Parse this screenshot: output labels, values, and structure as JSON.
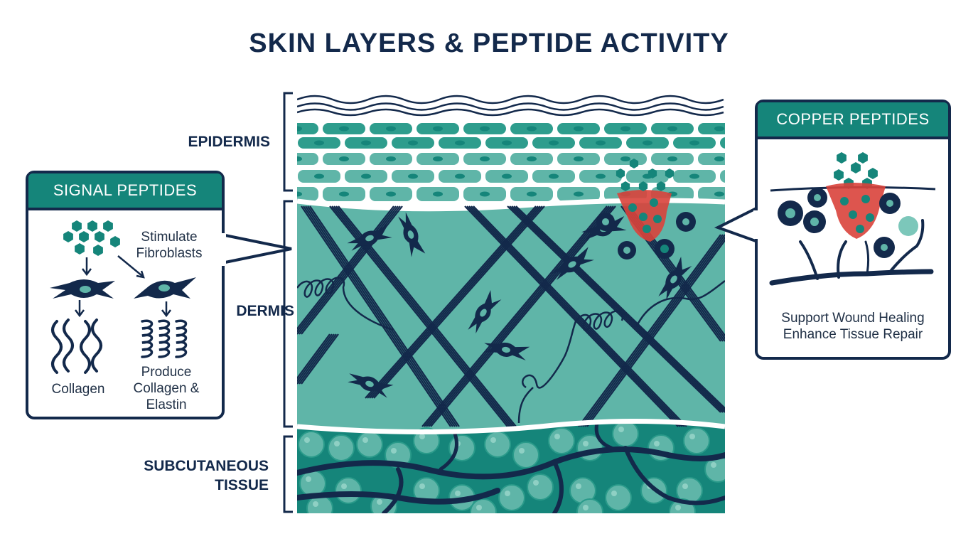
{
  "title": "SKIN LAYERS & PEPTIDE ACTIVITY",
  "layers": {
    "epidermis": "EPIDERMIS",
    "dermis": "DERMIS",
    "subcutaneous_line1": "SUBCUTANEOUS",
    "subcutaneous_line2": "TISSUE"
  },
  "signal_box": {
    "heading": "SIGNAL PEPTIDES",
    "stimulate_line1": "Stimulate",
    "stimulate_line2": "Fibroblasts",
    "collagen": "Collagen",
    "produce_line1": "Produce",
    "produce_line2": "Collagen &",
    "produce_line3": "Elastin"
  },
  "copper_box": {
    "heading": "COPPER PEPTIDES",
    "line1": "Support Wound Healing",
    "line2": "Enhance Tissue Repair"
  },
  "colors": {
    "navy": "#13294b",
    "teal": "#15857a",
    "teal_light": "#5fb5a8",
    "teal_pale": "#7cc7ba",
    "red": "#d9433b"
  }
}
